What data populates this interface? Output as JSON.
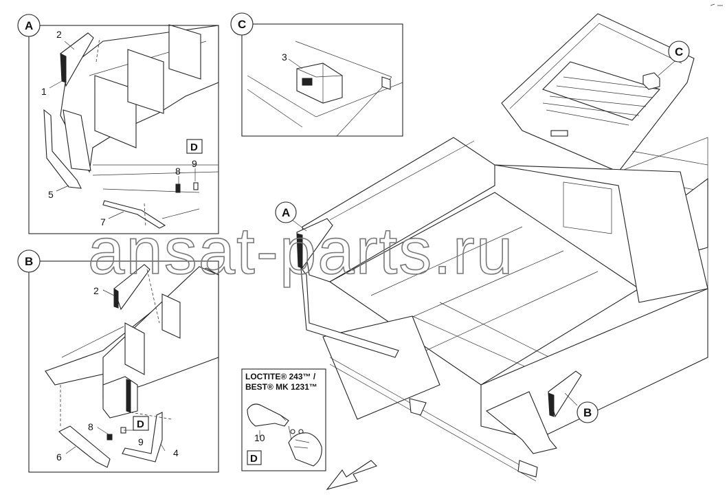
{
  "callouts": {
    "A": "A",
    "B": "B",
    "C": "C",
    "D": "D"
  },
  "detail_A": {
    "labels": [
      "1",
      "2",
      "5",
      "7",
      "8",
      "9"
    ]
  },
  "detail_B": {
    "labels": [
      "2",
      "4",
      "6",
      "8",
      "9"
    ]
  },
  "detail_C": {
    "labels": [
      "3"
    ]
  },
  "loctite_box": {
    "line1": "LOCTITE® 243™ /",
    "line2": "BEST® MK 1231™",
    "item": "10"
  },
  "watermark": "ansat-parts.ru",
  "icon": "direction-arrow-icon"
}
